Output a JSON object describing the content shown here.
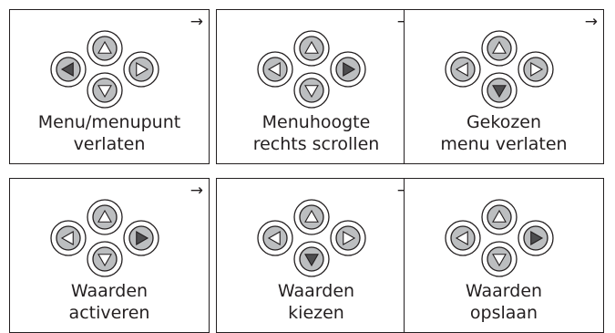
{
  "colors": {
    "stroke": "#231f20",
    "key_fill": "#bcbec0",
    "active_fill": "#4d4d4f",
    "background": "#ffffff"
  },
  "panels": [
    {
      "lines": [
        "Menu/menupunt",
        "verlaten"
      ],
      "active": "left",
      "arrow": "→"
    },
    {
      "lines": [
        "Menuhoogte",
        "rechts scrollen"
      ],
      "active": "right",
      "arrow": "→"
    },
    {
      "lines": [
        "Gekozen",
        "menu verlaten"
      ],
      "active": "down",
      "arrow": "→"
    },
    {
      "lines": [
        "Waarden",
        "activeren"
      ],
      "active": "right",
      "arrow": "→"
    },
    {
      "lines": [
        "Waarden",
        "kiezen"
      ],
      "active": "down",
      "arrow": "→"
    },
    {
      "lines": [
        "Waarden",
        "opslaan"
      ],
      "active": "right",
      "arrow": ""
    }
  ]
}
